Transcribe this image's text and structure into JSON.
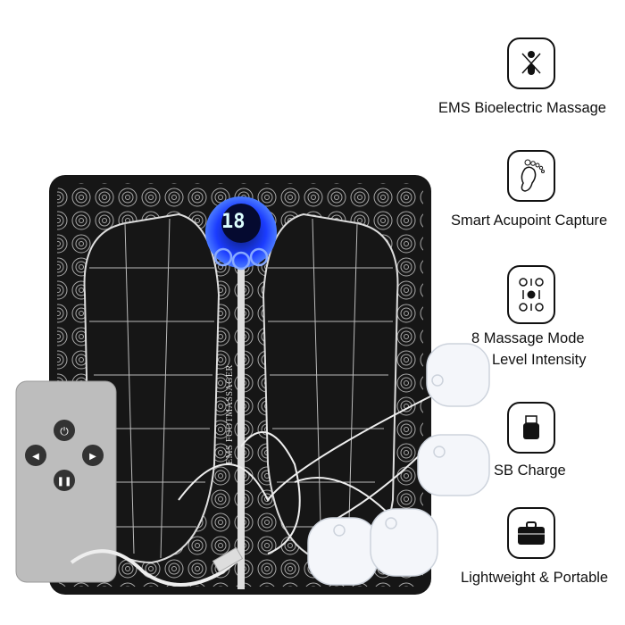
{
  "features": [
    {
      "icon": "ems-bioelectric-icon",
      "label": "EMS Bioelectric Massage"
    },
    {
      "icon": "foot-acupoint-icon",
      "label": "Smart Acupoint Capture"
    },
    {
      "icon": "mode-level-icon",
      "label_line1": "8 Massage Mode",
      "label_line2": "Level Intensity"
    },
    {
      "icon": "usb-icon",
      "label": "SB Charge"
    },
    {
      "icon": "briefcase-icon",
      "label": "Lightweight & Portable"
    }
  ],
  "device": {
    "display_value": "18",
    "mat_text": "EMS FOOTMASSAGER"
  },
  "colors": {
    "mat": "#161616",
    "display": "#1b3cff",
    "remote": "#b9b9b9"
  }
}
